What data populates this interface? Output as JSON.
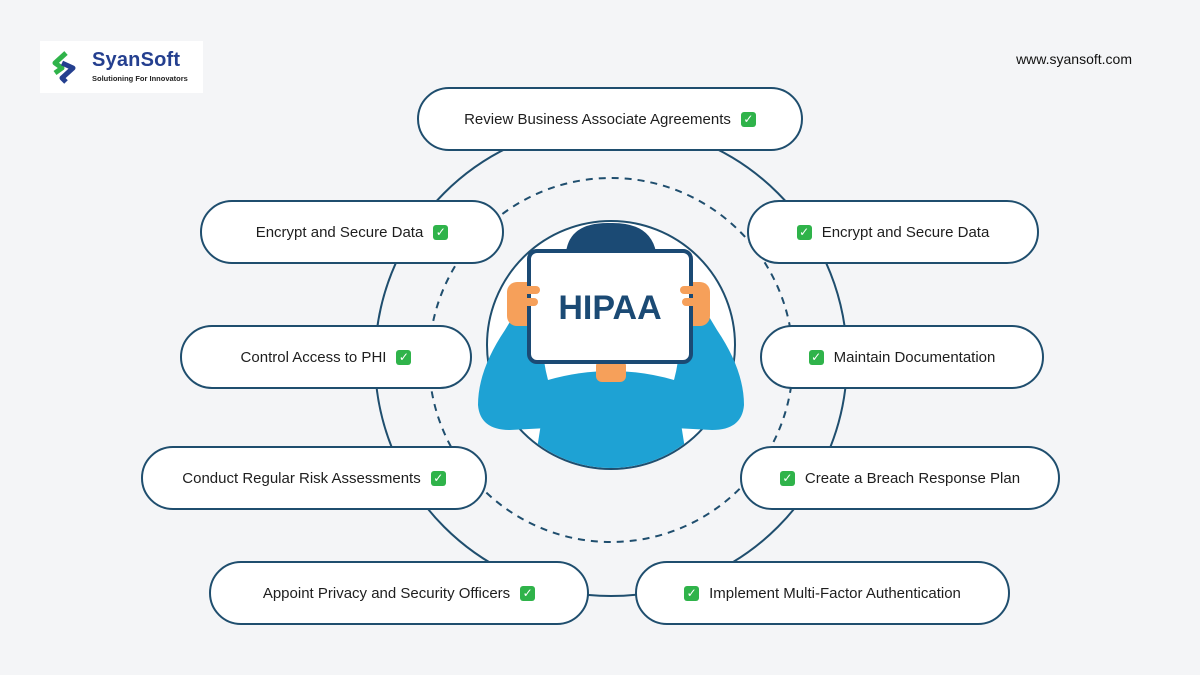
{
  "brand": {
    "name": "SyanSoft",
    "tagline": "Solutioning For Innovators",
    "website": "www.syansoft.com"
  },
  "center_sign": {
    "text": "HIPAA"
  },
  "checklist": {
    "top": "Review Business Associate Agreements",
    "left": [
      "Encrypt and Secure Data",
      "Control Access to PHI",
      "Conduct Regular Risk Assessments",
      "Appoint Privacy and Security Officers"
    ],
    "right": [
      "Encrypt and Secure Data",
      "Maintain Documentation",
      "Create a Breach Response Plan",
      "Implement Multi-Factor Authentication"
    ],
    "check_icon": "green-check-box",
    "check_color": "#2fb34a"
  },
  "colors": {
    "ring": "#1f4e6e",
    "shirt": "#1ea2d4",
    "hair": "#1b4a74",
    "skin": "#f6a05a",
    "logo_blue": "#243f8f",
    "logo_green": "#2fb34a"
  }
}
